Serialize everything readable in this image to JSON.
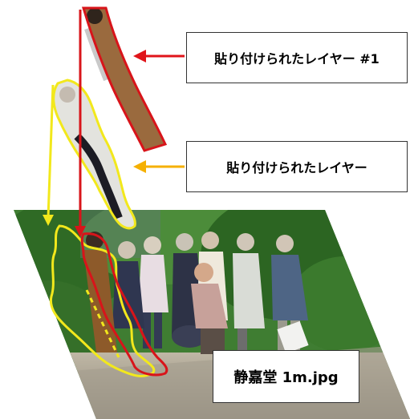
{
  "callouts": {
    "pasted_layer_1": "貼り付けられたレイヤー #1",
    "pasted_layer": "貼り付けられたレイヤー",
    "file_name": "静嘉堂 1m.jpg"
  },
  "colors": {
    "layer_1_outline": "#d8141a",
    "layer_outline": "#f2e81c",
    "layer_1_arrow": "#e0141a",
    "layer_arrow": "#f5b000",
    "callout_border": "#333333"
  },
  "icons": {
    "layer_1_arrow": "left-arrow-icon",
    "layer_arrow": "left-arrow-icon"
  }
}
